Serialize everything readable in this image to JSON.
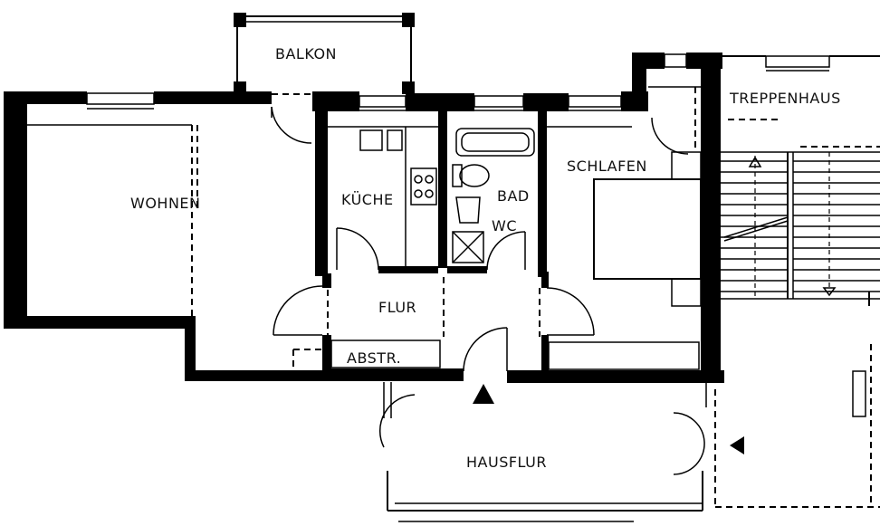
{
  "rooms": {
    "balkon": "BALKON",
    "wohnen": "WOHNEN",
    "kueche": "KÜCHE",
    "bad": "BAD",
    "wc": "WC",
    "schlafen": "SCHLAFEN",
    "treppenhaus": "TREPPENHAUS",
    "flur": "FLUR",
    "abstr": "ABSTR.",
    "hausflur": "HAUSFLUR"
  }
}
